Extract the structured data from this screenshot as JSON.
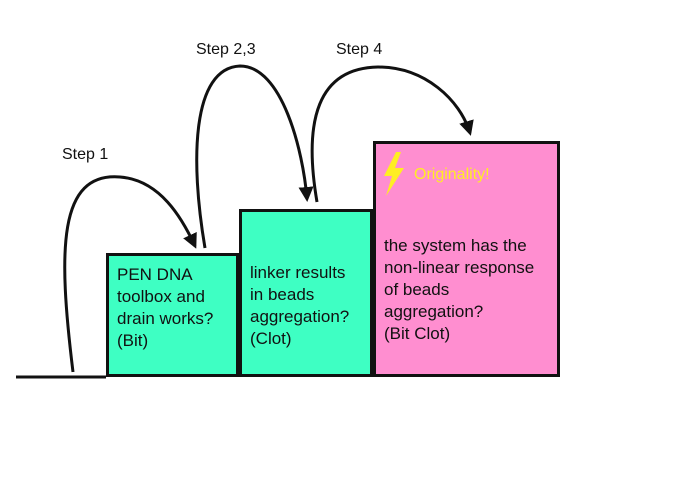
{
  "diagram": {
    "steps": [
      {
        "id": "step1",
        "label": "Step 1"
      },
      {
        "id": "step23",
        "label": "Step 2,3"
      },
      {
        "id": "step4",
        "label": "Step 4"
      }
    ],
    "boxes": [
      {
        "id": "box1",
        "lines": [
          "PEN DNA",
          "toolbox and",
          "drain works?",
          "(Bit)"
        ],
        "fill": "#3effc3"
      },
      {
        "id": "box2",
        "lines": [
          "linker results",
          "in beads",
          "aggregation?",
          "(Clot)"
        ],
        "fill": "#3effc3"
      },
      {
        "id": "box3",
        "callout": "Originality!",
        "callout_color": "#ffee22",
        "lines": [
          "the system has the",
          "non-linear response",
          "of beads",
          "aggregation?",
          "(Bit Clot)"
        ],
        "fill": "#ff8ed0"
      }
    ],
    "bolt_icon": "lightning-bolt-icon"
  }
}
